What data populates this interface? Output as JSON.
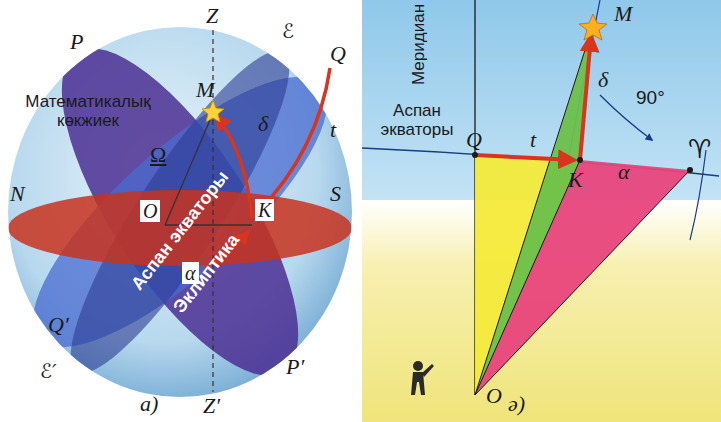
{
  "diagram": {
    "labels": [
      "Z",
      "P",
      "ℰ",
      "Q",
      "Математикалық көкжиек",
      "M",
      "δ",
      "t",
      "Ω",
      "N",
      "O",
      "K",
      "S",
      "α",
      "Аспан экваторы",
      "Эклиптика",
      "Q′",
      "ℰ′",
      "P′",
      "Z′",
      "a)",
      "Меридиан",
      "M",
      "δ",
      "90°",
      "Аспан экваторы",
      "Q",
      "t",
      "K",
      "α",
      "♈",
      "O",
      "ә)"
    ]
  }
}
